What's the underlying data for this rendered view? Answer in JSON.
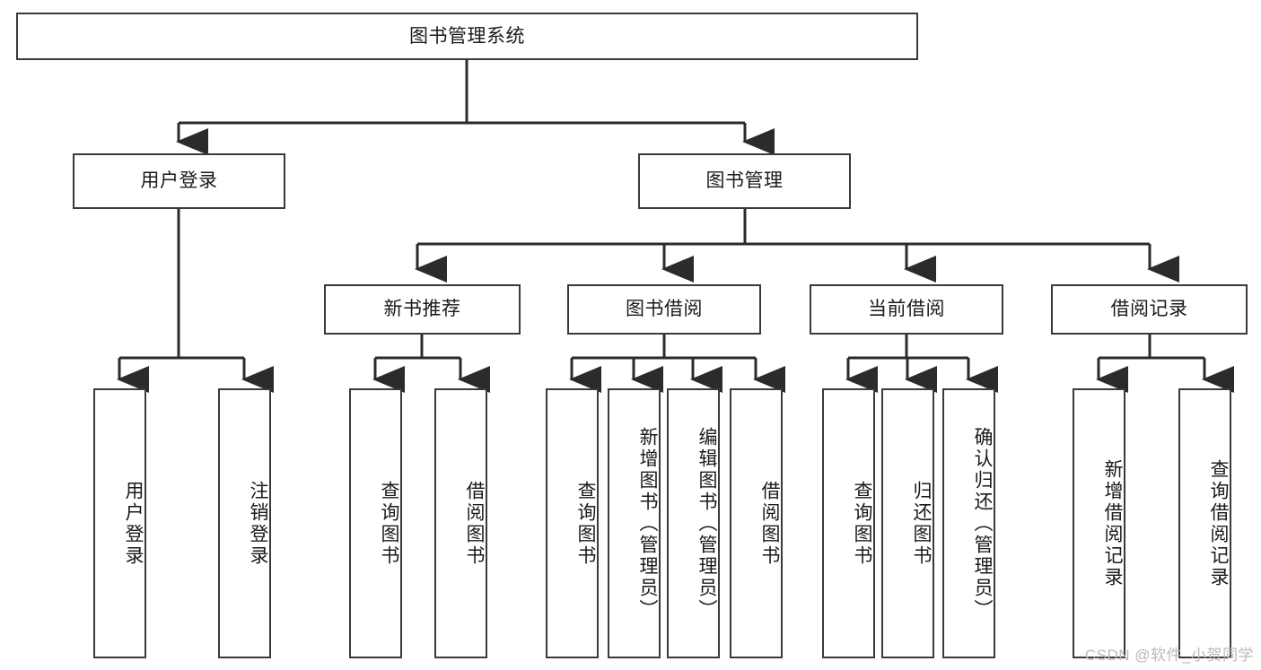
{
  "diagram": {
    "title": "图书管理系统",
    "type": "tree-hierarchy",
    "colors": {
      "box_border": "#3a3a3a",
      "box_fill": "#ffffff",
      "connector": "#2b2b2b",
      "text": "#1a1a1a",
      "watermark": "#b9b9b9",
      "background": "#ffffff"
    },
    "root": {
      "label": "图书管理系统"
    },
    "level2": [
      {
        "label": "用户登录"
      },
      {
        "label": "图书管理"
      }
    ],
    "level3": [
      {
        "label": "新书推荐"
      },
      {
        "label": "图书借阅"
      },
      {
        "label": "当前借阅"
      },
      {
        "label": "借阅记录"
      }
    ],
    "leaves": {
      "user_login": [
        {
          "label": "用户登录"
        },
        {
          "label": "注销登录"
        }
      ],
      "new_book_recommend": [
        {
          "label": "查询图书"
        },
        {
          "label": "借阅图书"
        }
      ],
      "book_borrow": [
        {
          "label": "查询图书"
        },
        {
          "label": "新增图书（管理员）"
        },
        {
          "label": "编辑图书（管理员）"
        },
        {
          "label": "借阅图书"
        }
      ],
      "current_borrow": [
        {
          "label": "查询图书"
        },
        {
          "label": "归还图书"
        },
        {
          "label": "确认归还（管理员）"
        }
      ],
      "borrow_record": [
        {
          "label": "新增借阅记录"
        },
        {
          "label": "查询借阅记录"
        }
      ]
    }
  },
  "watermark": {
    "text": "CSDN @软件_小贺同学"
  }
}
